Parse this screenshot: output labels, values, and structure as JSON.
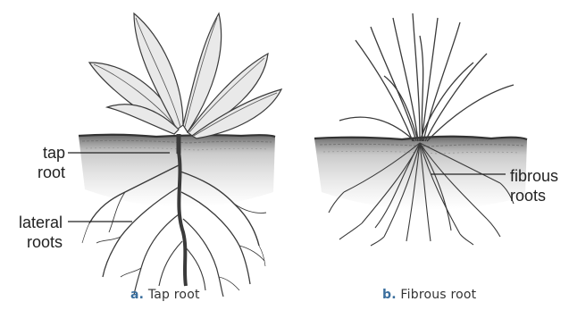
{
  "figure": {
    "left_panel": {
      "labels": {
        "tap_root_line1": "tap",
        "tap_root_line2": "root",
        "lateral_line1": "lateral",
        "lateral_line2": "roots"
      },
      "caption": {
        "letter": "a.",
        "text": "Tap root"
      }
    },
    "right_panel": {
      "labels": {
        "fibrous_line1": "fibrous",
        "fibrous_line2": "roots"
      },
      "caption": {
        "letter": "b.",
        "text": "Fibrous root"
      }
    }
  },
  "colors": {
    "ink": "#3a3a3a",
    "soil": "#6b6b6b",
    "leaf_fill": "#e9e9e9",
    "caption_letter": "#3b6f9e"
  }
}
